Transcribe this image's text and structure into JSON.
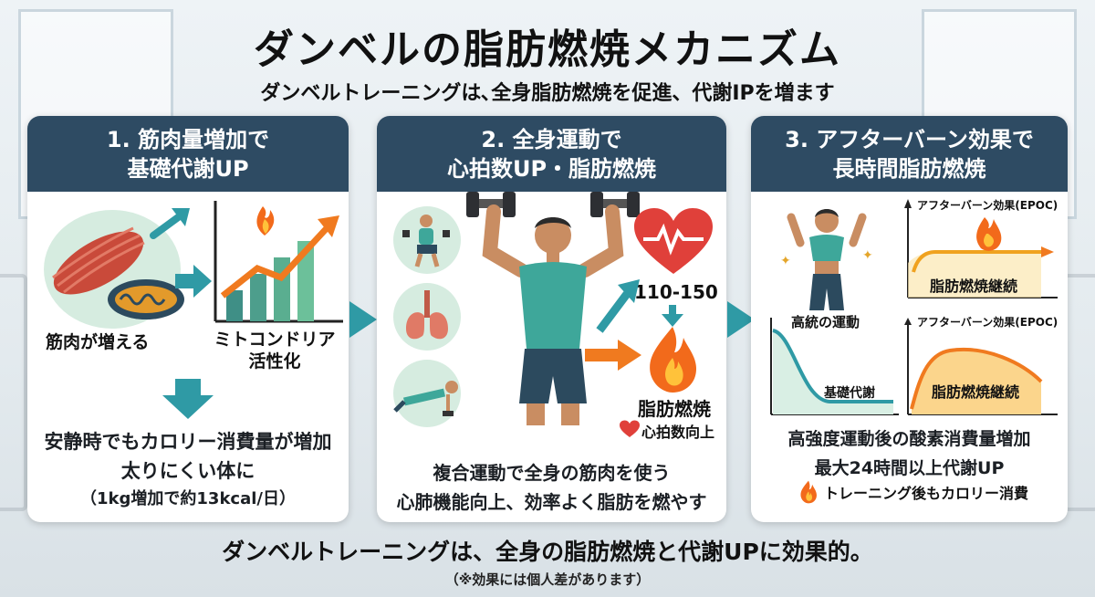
{
  "title": "ダンベルの脂肪燃焼メカニズム",
  "subtitle": "ダンベルトレーニングは､全身脂肪燃焼を促進、代謝IPを増ます",
  "panels": [
    {
      "head_line1": "1. 筋肉量増加で",
      "head_line2": "基礎代謝UP",
      "muscle_label": "筋肉が増える",
      "mito_label_line1": "ミトコンドリア",
      "mito_label_line2": "活性化",
      "result_line1": "安静時でもカロリー消費量が増加",
      "result_line2": "太りにくい体に",
      "result_line3": "（1kg増加で約13kcal/日）"
    },
    {
      "head_line1": "2. 全身運動で",
      "head_line2": "心拍数UP・脂肪燃焼",
      "heart_rate": "110-150",
      "fat_burn_label": "脂肪燃焼",
      "heart_rate_up": "心拍数向上",
      "desc_line1": "複合運動で全身の筋肉を使う",
      "desc_line2": "心肺機能向上、効率よく脂肪を燃やす"
    },
    {
      "head_line1": "3. アフターバーン効果で",
      "head_line2": "長時間脂肪燃焼",
      "chart1_title": "アフターバーン効果(EPOC)",
      "chart1_label": "脂肪燃焼継続",
      "chart2_title_left": "高統の運動",
      "chart2_label_left": "基礎代謝",
      "chart3_title": "アフターバーン効果(EPOC)",
      "chart3_label": "脂肪燃焼継続",
      "result_line1": "高強度運動後の酸素消費量増加",
      "result_line2": "最大24時間以上代謝UP",
      "result_line3": "トレーニング後もカロリー消費"
    }
  ],
  "bottom_main": "ダンベルトレーニングは、全身の脂肪燃焼と代謝UPに効果的。",
  "bottom_note": "（※効果には個人差があります）",
  "colors": {
    "panel_header": "#2e4b63",
    "arrow_teal": "#2f9aa5",
    "fire_orange": "#f26a1b",
    "heart_red": "#e0403a",
    "shirt_teal": "#3ea79a"
  }
}
